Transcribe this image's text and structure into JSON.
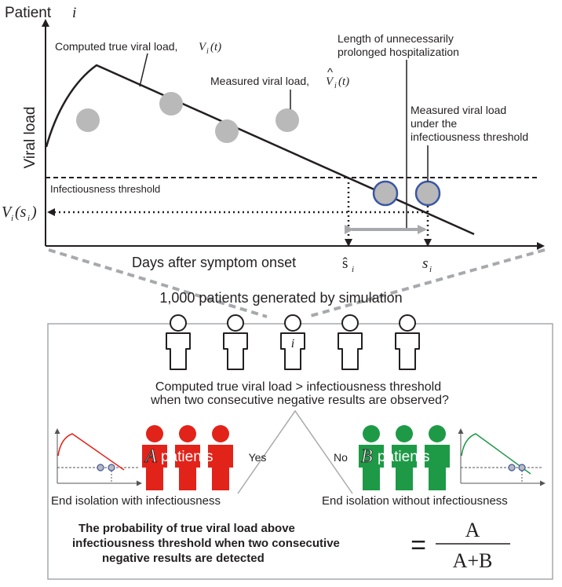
{
  "top_chart": {
    "title": "Patient",
    "title_var": "i",
    "y_axis_label": "Viral load",
    "x_axis_label": "Days after symptom onset",
    "computed_label": "Computed true viral load,",
    "computed_var": "V",
    "computed_sub": "i",
    "computed_arg": "(t)",
    "measured_label": "Measured viral load,",
    "measured_var": "V",
    "measured_sub": "i",
    "measured_arg": "(t)",
    "measured_hat": "^",
    "prolonged_line1": "Length of unnecessarily",
    "prolonged_line2": "prolonged hospitalization",
    "under_line1": "Measured viral load",
    "under_line2": "under the",
    "under_line3": "infectiousness threshold",
    "threshold_label": "Infectiousness threshold",
    "vs_var": "V",
    "vs_sub": "i",
    "vs_open": "(s",
    "vs_sub2": "i",
    "vs_close": ")",
    "s_hat": "ŝ",
    "s_hat_sub": "i",
    "s": "s",
    "s_sub": "i"
  },
  "simulation_label": "1,000 patients generated by simulation",
  "patient_index_label": "i",
  "question_line1": "Computed true viral load > infectiousness threshold",
  "question_line2": "when two consecutive negative results are observed?",
  "yes_label": "Yes",
  "no_label": "No",
  "group_a": {
    "letter": "A",
    "word": "patients",
    "caption": "End isolation with infectiousness",
    "color": "#e2231a"
  },
  "group_b": {
    "letter": "B",
    "word": "patients",
    "caption": "End isolation without infectiousness",
    "color": "#1e9a47"
  },
  "probability_line1": "The probability of true viral load above",
  "probability_line2": "infectiousness threshold when two consecutive",
  "probability_line3": "negative results are detected",
  "formula_equals": "=",
  "formula_numerator": "A",
  "formula_denominator": "A+B",
  "colors": {
    "measured_gray": "#b9b9b9",
    "circle_blue": "#3b56a6",
    "arrow_gray": "#a7a9ac",
    "dashed_gray": "#a7a9ac"
  }
}
